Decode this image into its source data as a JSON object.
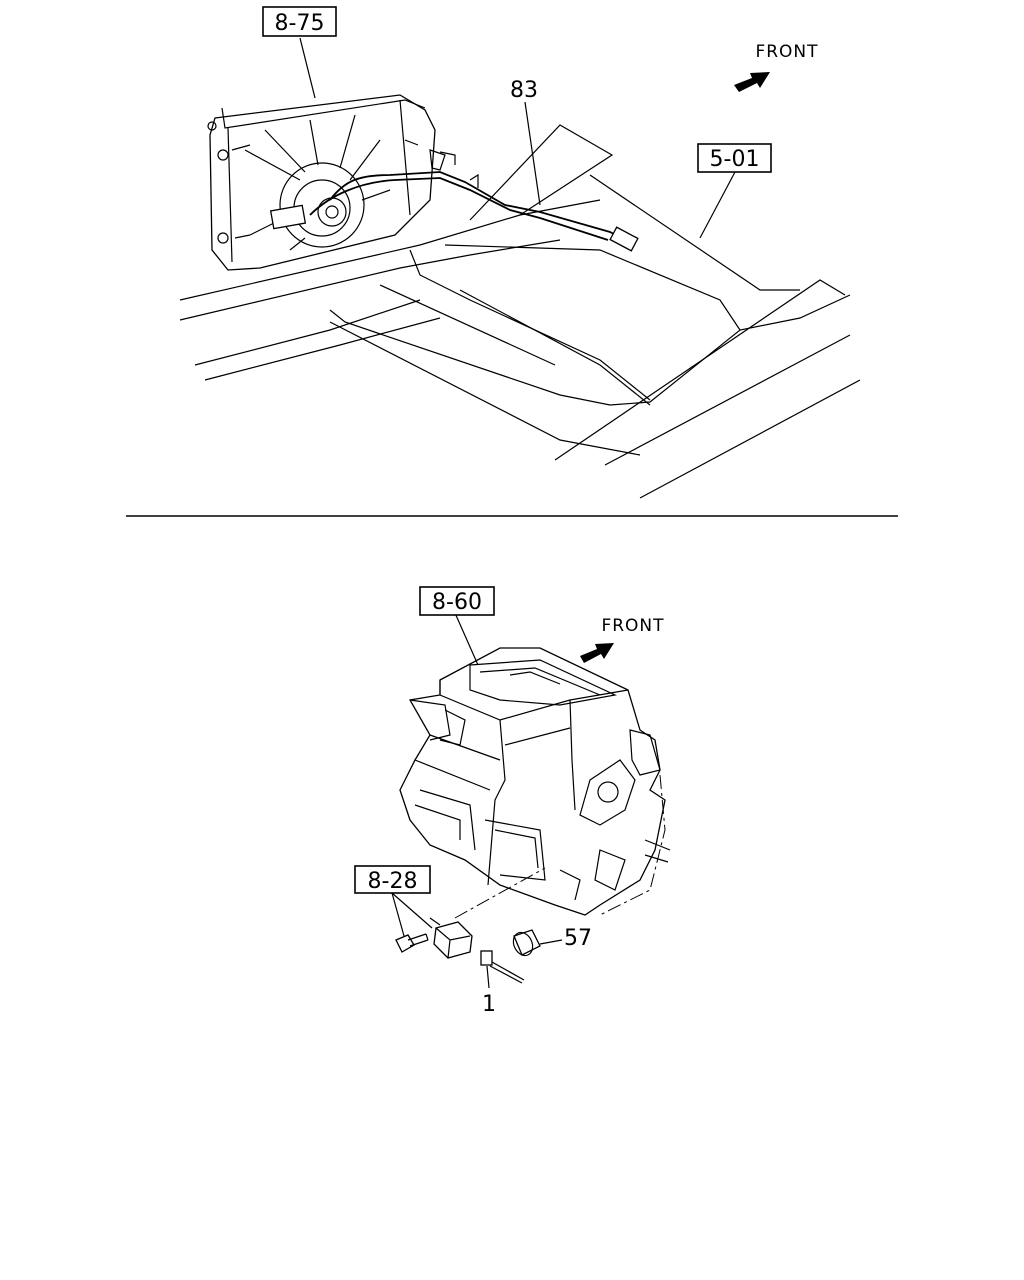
{
  "upper_view": {
    "ref_fan_assembly": "8-75",
    "ref_harness": "83",
    "ref_frame": "5-01",
    "front_label": "FRONT"
  },
  "lower_view": {
    "ref_heater_unit": "8-60",
    "ref_resistor": "8-28",
    "ref_clip": "57",
    "ref_sensor": "1",
    "front_label": "FRONT"
  },
  "colors": {
    "line": "#000000",
    "background": "#ffffff"
  }
}
